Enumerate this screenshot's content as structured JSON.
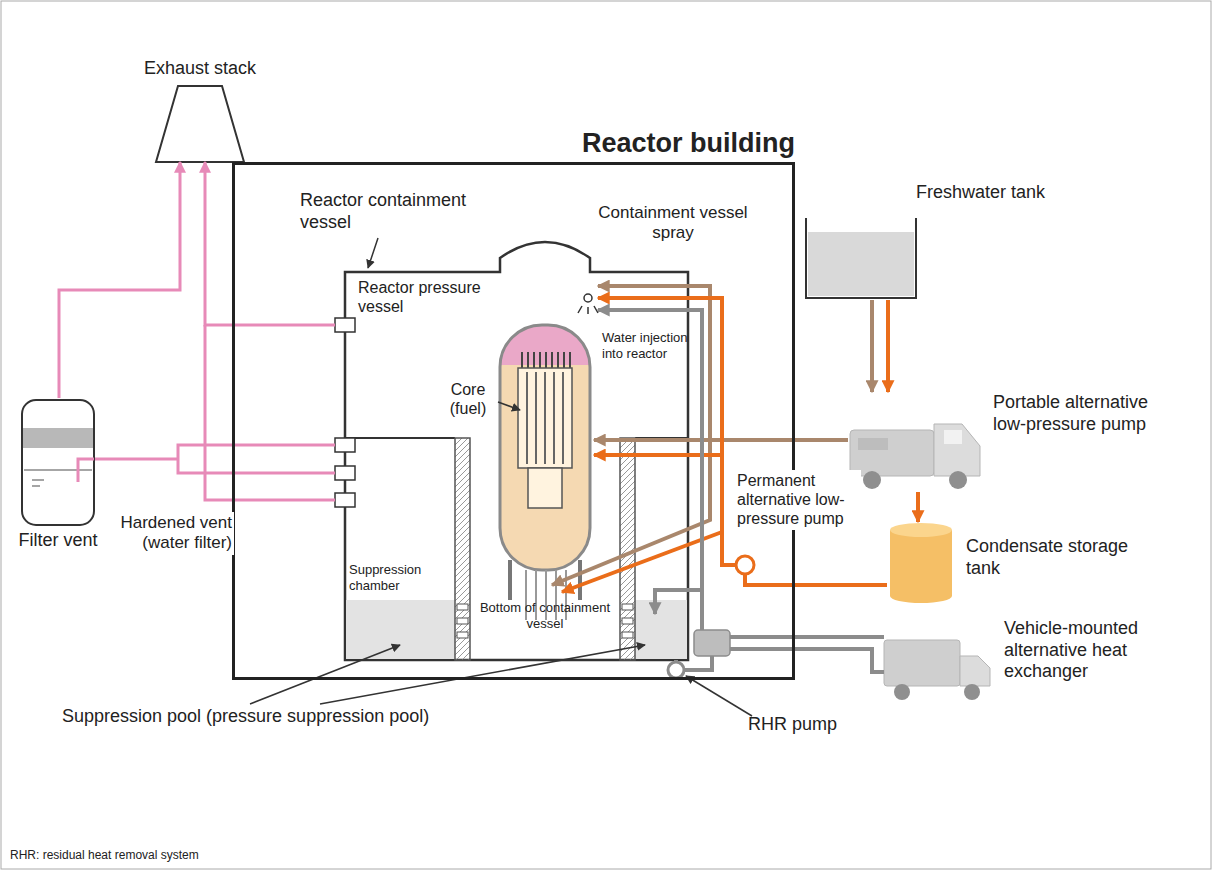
{
  "diagram": {
    "caption": "RHR: residual heat removal system",
    "nodes": [
      {
        "text": [
          "Reactor building"
        ]
      },
      {
        "text": [
          "Exhaust stack"
        ]
      },
      {
        "text": [
          "Filter vent"
        ]
      },
      {
        "text": [
          "Freshwater tank"
        ]
      },
      {
        "text": [
          "Portable alternative low-pressure pump"
        ]
      },
      {
        "text": [
          "Condensate storage tank"
        ]
      },
      {
        "text": [
          "Vehicle-mounted alternative heat exchanger"
        ]
      }
    ],
    "edges": [
      {
        "from": 2,
        "to": 1,
        "arrow": "to"
      },
      {
        "from": 3,
        "to": 4,
        "arrow": "to"
      },
      {
        "from": 3,
        "to": 4,
        "arrow": "to"
      },
      {
        "from": 4,
        "to": 5,
        "arrow": "to"
      }
    ],
    "labels": [
      "Reactor containment vessel",
      "Reactor pressure vessel",
      "Containment vessel spray",
      "Core (fuel)",
      "Water injection into reactor",
      "Suppression chamber",
      "Bottom of containment vessel",
      "Permanent alternative low-pressure pump",
      "Hardened vent (water filter)",
      "Suppression pool (pressure suppression pool)",
      "RHR pump"
    ]
  }
}
